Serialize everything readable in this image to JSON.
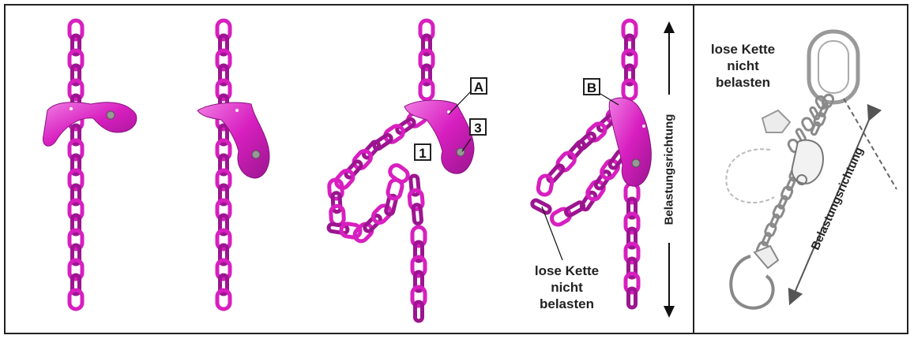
{
  "callouts": {
    "a": "A",
    "b": "B",
    "one": "1",
    "three": "3"
  },
  "slack_label": {
    "line1": "lose Kette",
    "line2": "nicht",
    "line3": "belasten"
  },
  "direction_label": "Belastungsrichtung",
  "colors": {
    "chain": "#d81fc0",
    "chain_dark": "#9c1590",
    "chain_light": "#f07de4",
    "outline": "#222222",
    "sketch": "#8a8a8a"
  },
  "icons": [
    "double-arrow-icon",
    "chain-link-icon",
    "shortening-claw-icon",
    "hook-icon"
  ]
}
